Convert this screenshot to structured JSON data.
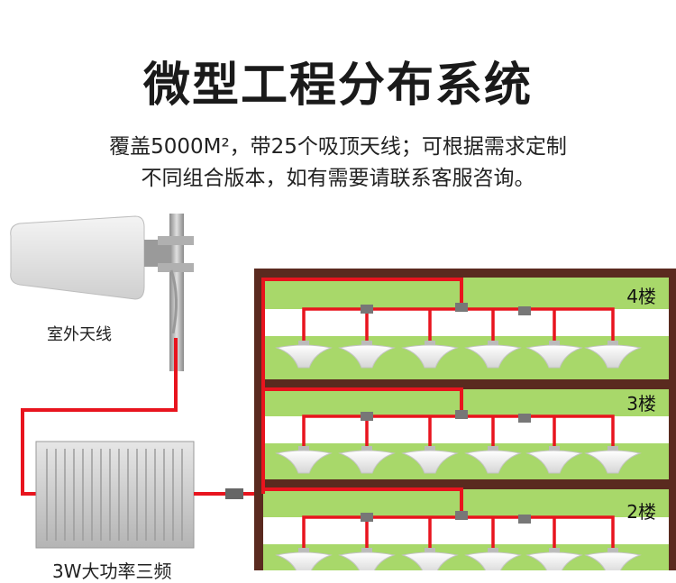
{
  "title": "微型工程分布系统",
  "subtitle_line1": "覆盖5000M²，带25个吸顶天线；可根据需求定制",
  "subtitle_line2": "不同组合版本，如有需要请联系客服咨询。",
  "outdoor_antenna_label": "室外天线",
  "amplifier_label": "3W大功率三频",
  "floors": [
    {
      "label": "4楼",
      "ceiling_antennas": 6
    },
    {
      "label": "3楼",
      "ceiling_antennas": 6
    },
    {
      "label": "2楼",
      "ceiling_antennas": 6
    }
  ],
  "colors": {
    "cable": "#e8141e",
    "building_frame": "#5a2a1f",
    "floor_fill": "#a8d86a",
    "ceiling": "#ffffff",
    "amplifier": "#c8c8c8"
  }
}
